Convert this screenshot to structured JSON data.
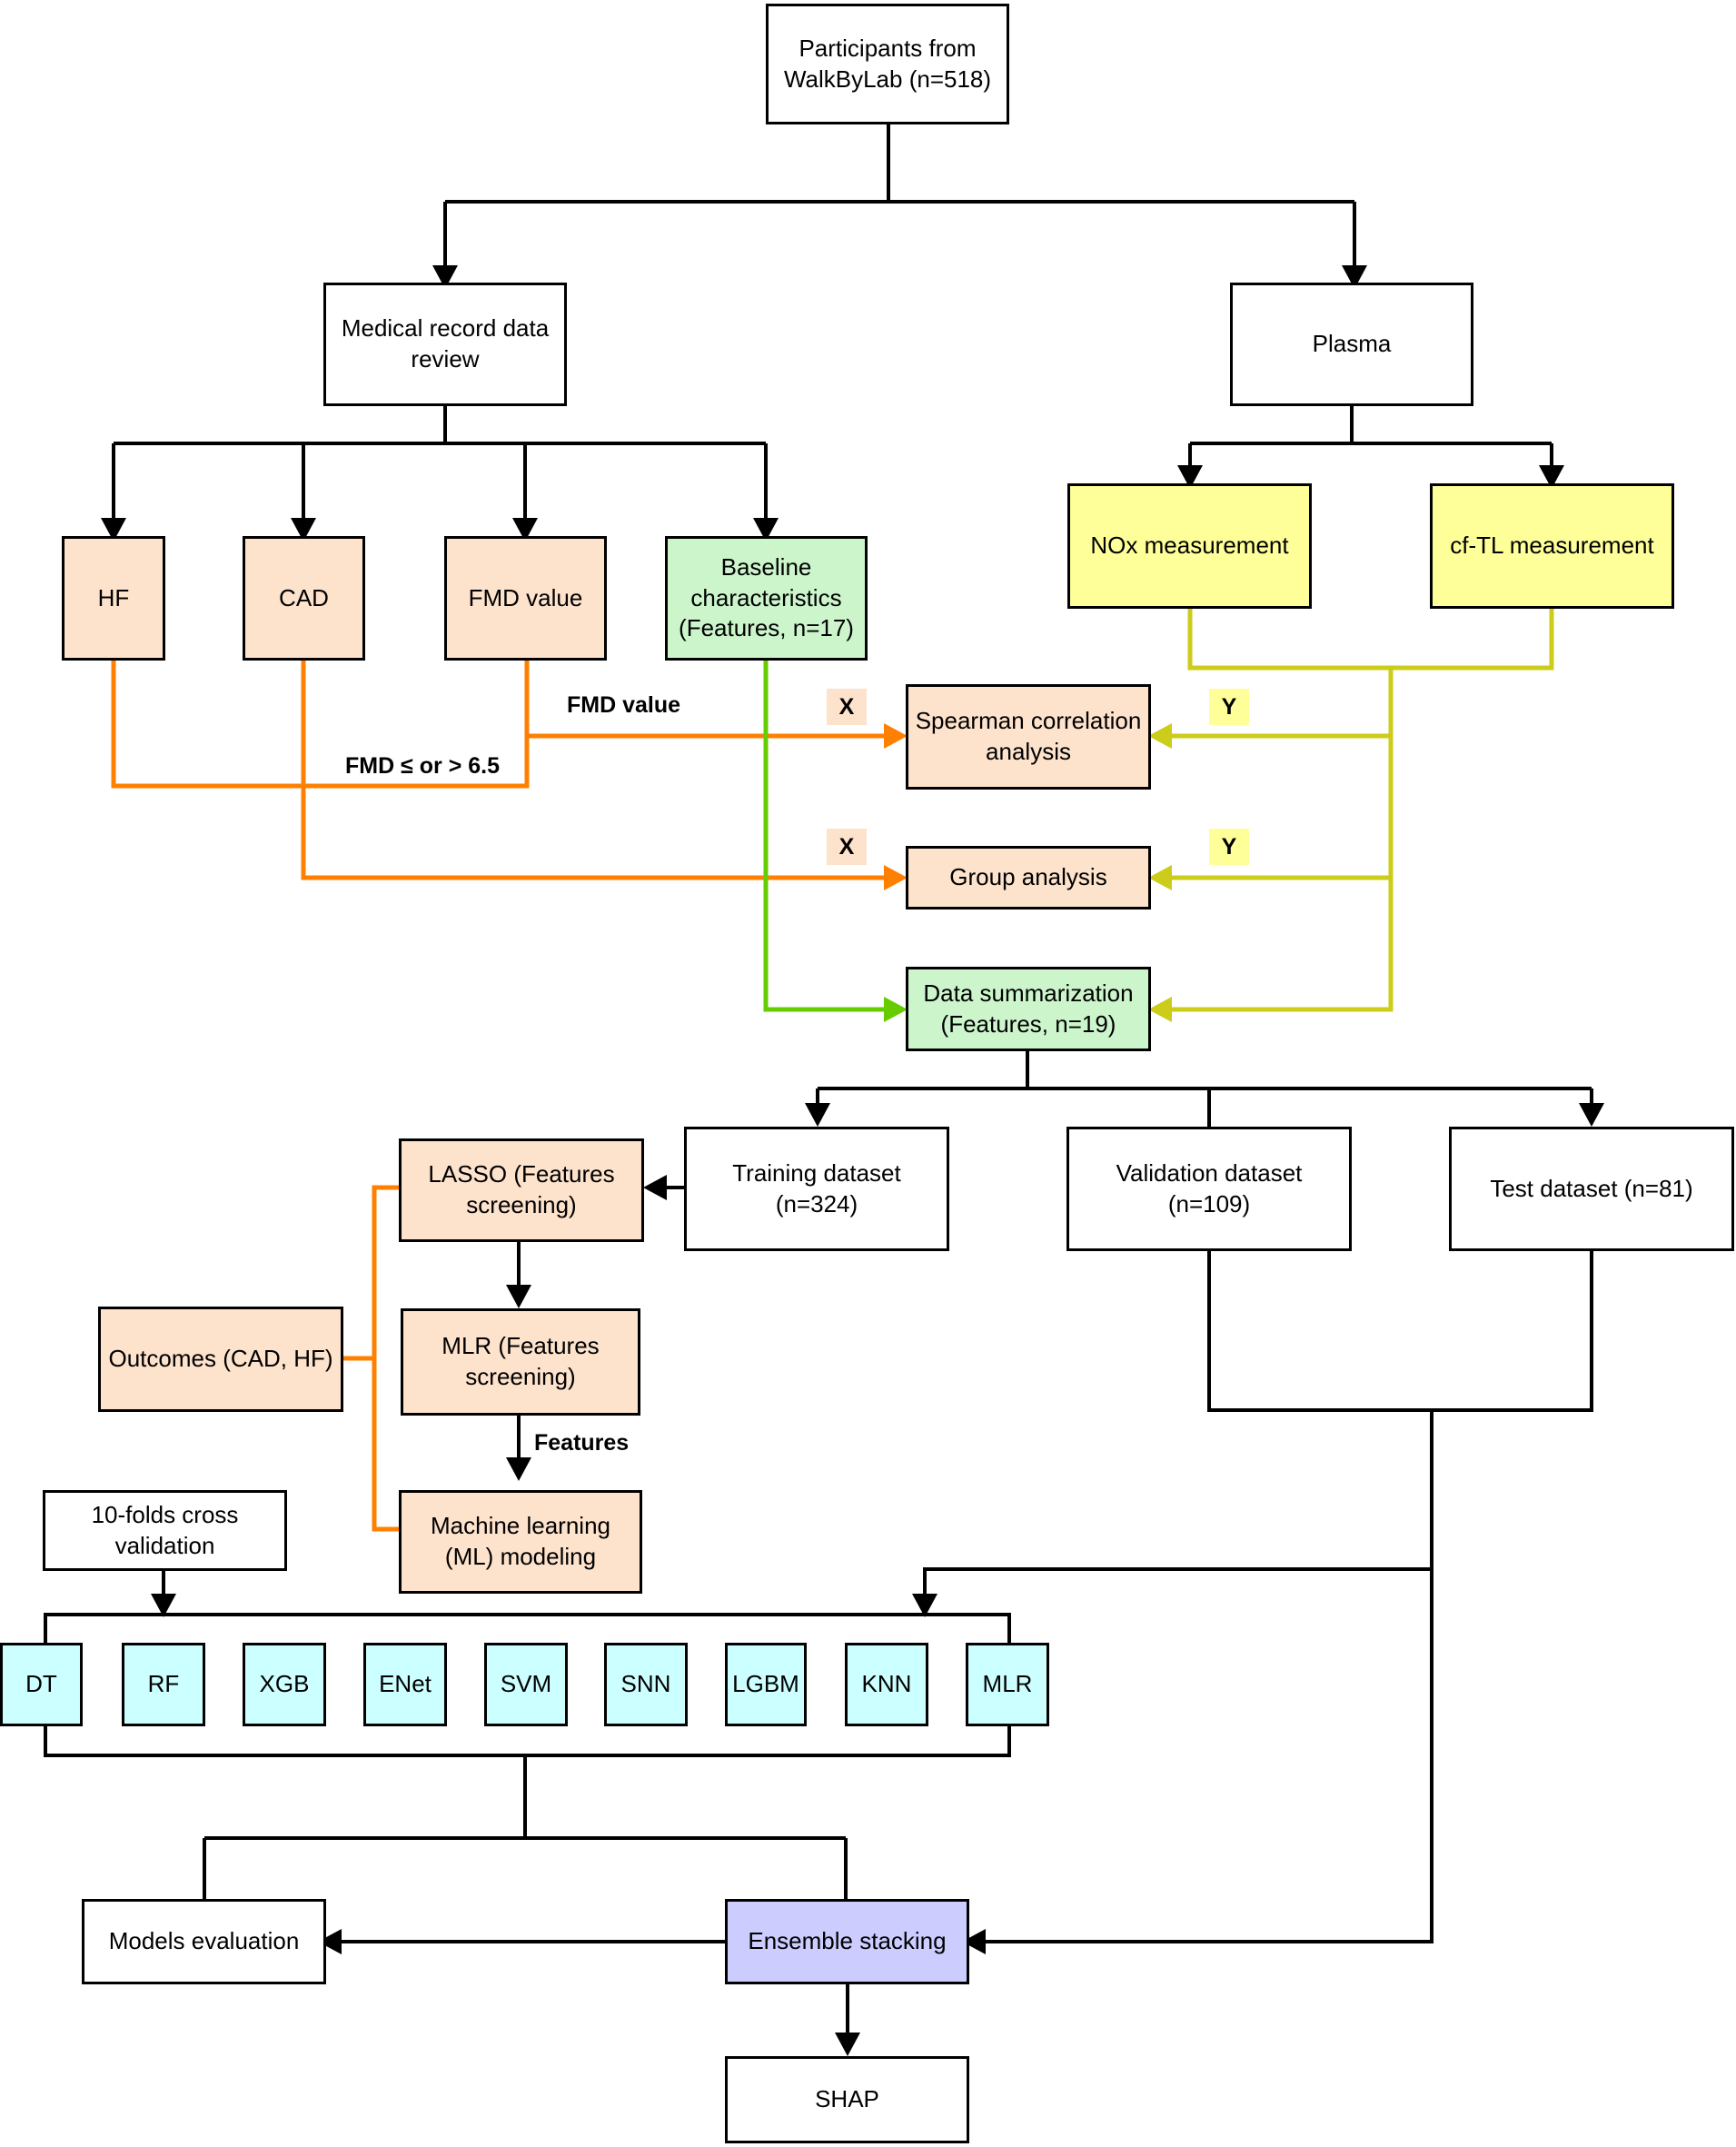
{
  "boxes": {
    "participants": "Participants from WalkByLab (n=518)",
    "medical_record": "Medical record data review",
    "plasma": "Plasma",
    "hf": "HF",
    "cad": "CAD",
    "fmd_value": "FMD value",
    "baseline": "Baseline characteristics (Features, n=17)",
    "nox": "NOx measurement",
    "cftl": "cf-TL measurement",
    "spearman": "Spearman correlation analysis",
    "group": "Group analysis",
    "summarization": "Data summarization (Features, n=19)",
    "training": "Training dataset (n=324)",
    "validation": "Validation dataset (n=109)",
    "test": "Test dataset (n=81)",
    "lasso": "LASSO (Features screening)",
    "mlr_screen": "MLR (Features screening)",
    "outcomes": "Outcomes (CAD, HF)",
    "cross_validation": "10-folds cross validation",
    "ml_modeling": "Machine learning (ML) modeling",
    "models_eval": "Models evaluation",
    "ensemble": "Ensemble stacking",
    "shap": "SHAP"
  },
  "models": [
    "DT",
    "RF",
    "XGB",
    "ENet",
    "SVM",
    "SNN",
    "LGBM",
    "KNN",
    "MLR"
  ],
  "edge_labels": {
    "fmd_value": "FMD value",
    "fmd_threshold": "FMD ≤ or  >  6.5",
    "features": "Features",
    "x1": "X",
    "y1": "Y",
    "x2": "X",
    "y2": "Y"
  },
  "colors": {
    "black_line": "#000000",
    "orange_line": "#ff8000",
    "yellow_line": "#cccc1a",
    "green_line": "#66cc00",
    "orange_fill": "#fde2cc",
    "yellow_fill": "#ffff99",
    "green_fill": "#ccf5cc",
    "cyan_fill": "#ccffff",
    "purple_fill": "#ccccff"
  }
}
